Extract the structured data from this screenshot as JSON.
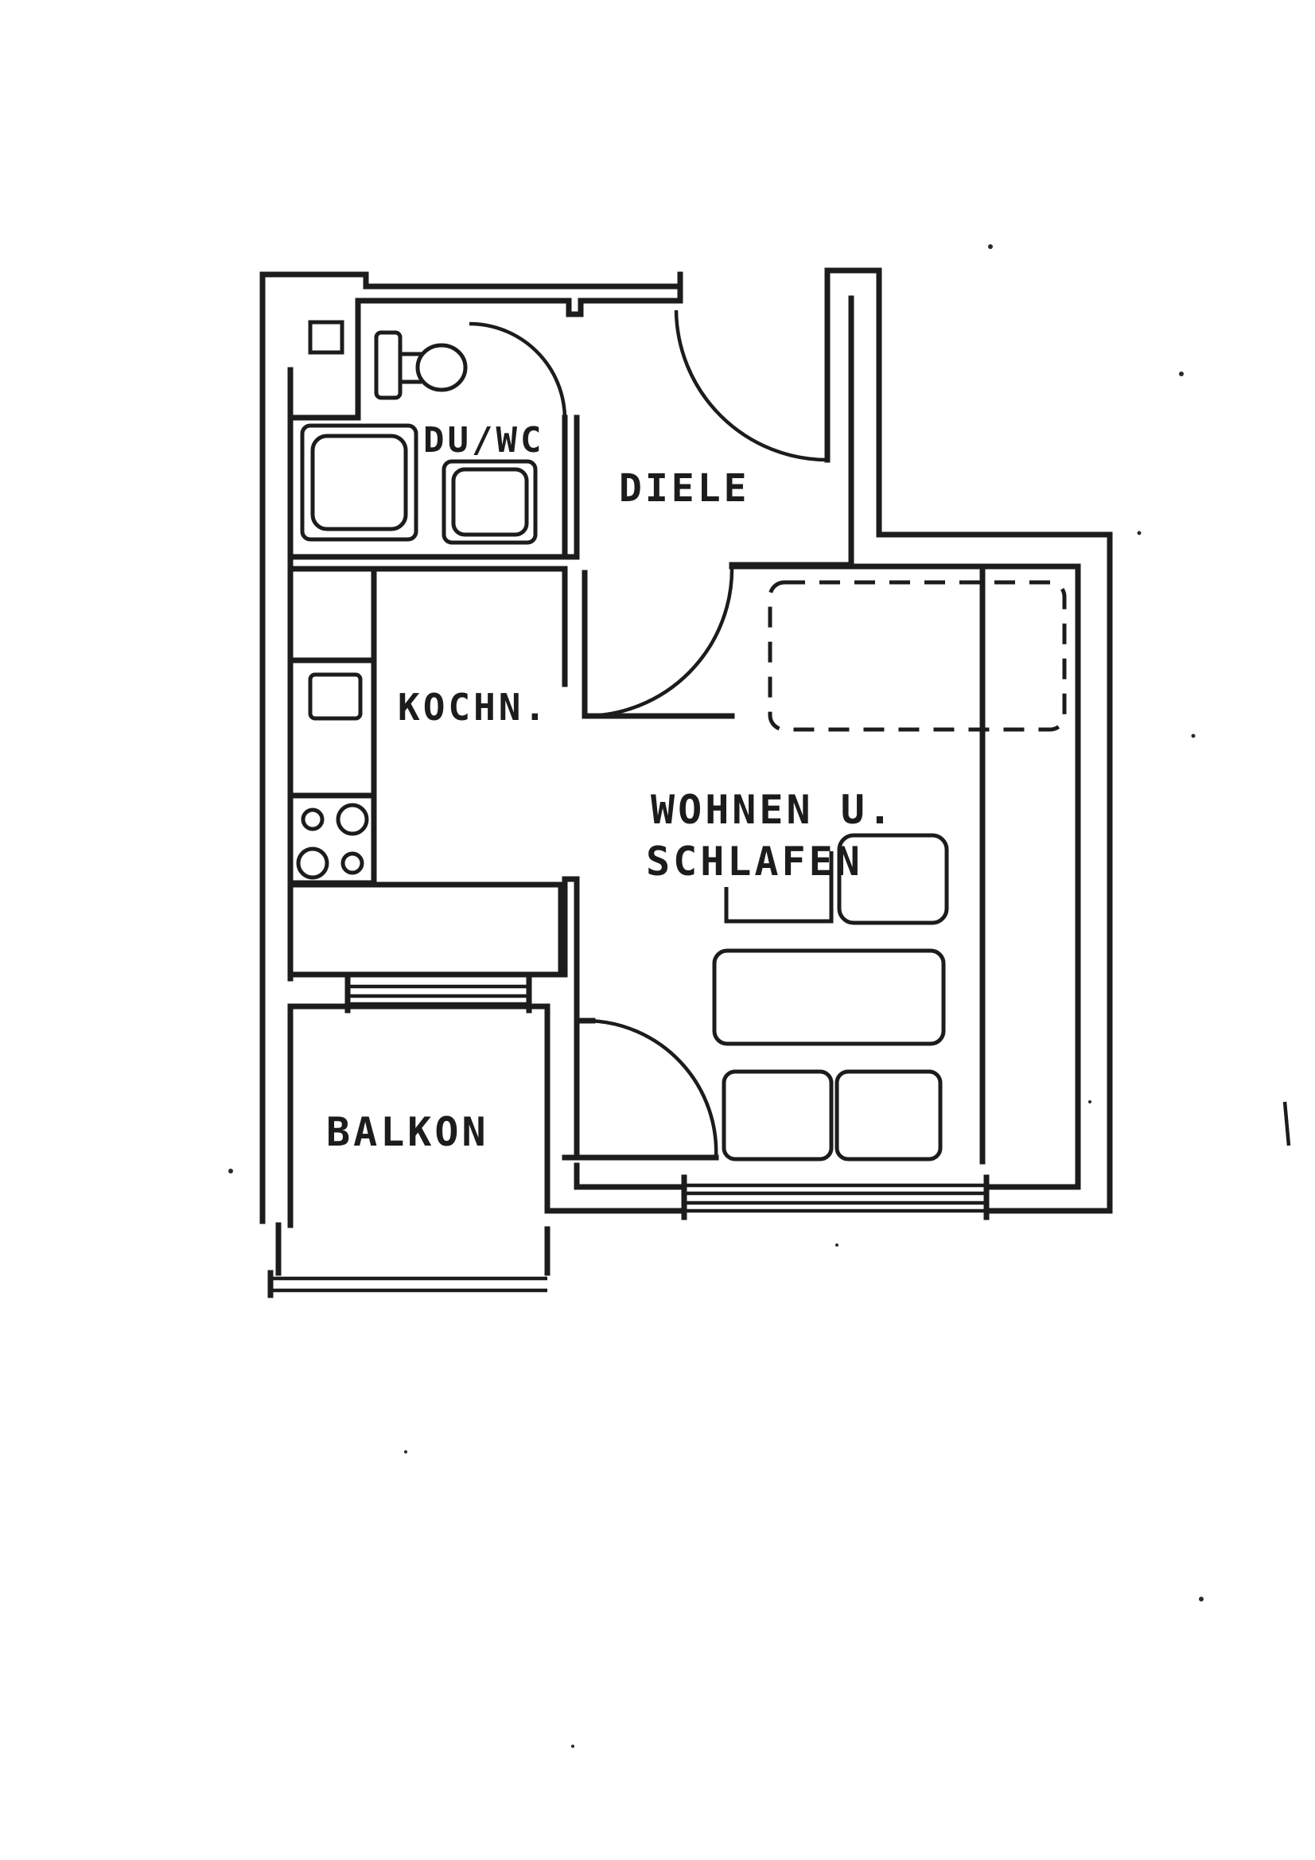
{
  "rooms": {
    "du_wc": "DU/WC",
    "diele": "DIELE",
    "kochn": "KOCHN.",
    "wohnen_line1": "WOHNEN U.",
    "wohnen_line2": "SCHLAFEN",
    "balkon": "BALKON"
  },
  "colors": {
    "ink": "#1c1c1c",
    "paper": "#ffffff"
  }
}
